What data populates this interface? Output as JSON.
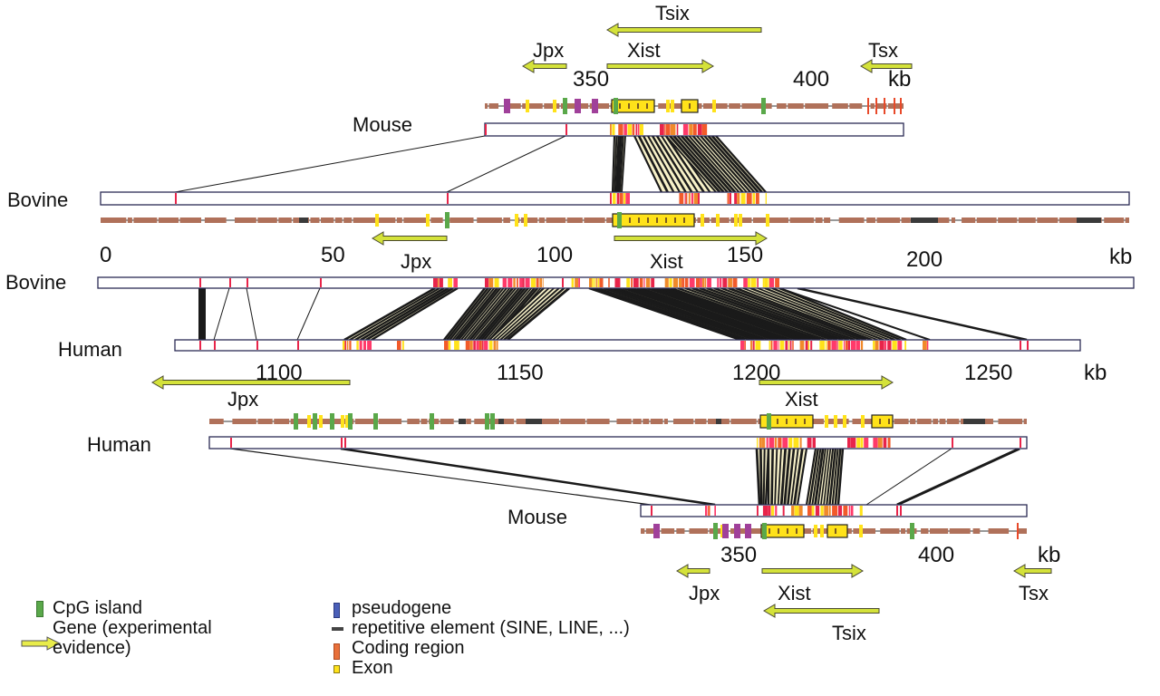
{
  "figure": {
    "title": "Comparative sequence alignment of the Xist region (Mouse / Bovine / Human)",
    "colors": {
      "alignment_link": "#1a1a1a",
      "alignment_fill": "#f7f1c8",
      "track_outline": "#2b2b55",
      "coding_region": "#e8623a",
      "exon": "#ffe21a",
      "cpg_island": "#5aa84a",
      "pseudogene": "#4a5fb8",
      "repetitive_element": "#3a3a3a",
      "annotation_bar": "#b0715a",
      "magenta_feature": "#a0409a",
      "gene_arrow": "#d4e23a",
      "conservation_red": "#e8244a",
      "conservation_orange": "#f08a2a",
      "conservation_yellow": "#ffe21a"
    }
  },
  "panels": [
    {
      "id": "mouse-top",
      "species": "Mouse",
      "axis_ticks": [
        {
          "label": "350",
          "kb": 350
        },
        {
          "label": "400",
          "kb": 400
        }
      ],
      "axis_unit": "kb",
      "genes": [
        {
          "name": "Tsix",
          "direction": "left"
        },
        {
          "name": "Jpx",
          "direction": "left"
        },
        {
          "name": "Xist",
          "direction": "right"
        },
        {
          "name": "Tsx",
          "direction": "left"
        }
      ]
    },
    {
      "id": "bovine-top",
      "species": "Bovine",
      "axis_ticks": [
        {
          "label": "0",
          "kb": 0
        },
        {
          "label": "50",
          "kb": 50
        },
        {
          "label": "100",
          "kb": 100
        },
        {
          "label": "150",
          "kb": 150
        },
        {
          "label": "200",
          "kb": 200
        }
      ],
      "axis_unit": "kb",
      "genes": [
        {
          "name": "Jpx",
          "direction": "left"
        },
        {
          "name": "Xist",
          "direction": "right"
        }
      ]
    },
    {
      "id": "bovine-mid",
      "species": "Bovine"
    },
    {
      "id": "human-mid",
      "species": "Human",
      "axis_ticks": [
        {
          "label": "1100",
          "kb": 1100
        },
        {
          "label": "1150",
          "kb": 1150
        },
        {
          "label": "1200",
          "kb": 1200
        },
        {
          "label": "1250",
          "kb": 1250
        }
      ],
      "axis_unit": "kb",
      "genes": [
        {
          "name": "Jpx",
          "direction": "left"
        },
        {
          "name": "Xist",
          "direction": "right"
        }
      ]
    },
    {
      "id": "human-low",
      "species": "Human"
    },
    {
      "id": "mouse-low",
      "species": "Mouse",
      "axis_ticks": [
        {
          "label": "350",
          "kb": 350
        },
        {
          "label": "400",
          "kb": 400
        }
      ],
      "axis_unit": "kb",
      "genes": [
        {
          "name": "Jpx",
          "direction": "left"
        },
        {
          "name": "Xist",
          "direction": "right"
        },
        {
          "name": "Tsx",
          "direction": "left"
        },
        {
          "name": "Tsix",
          "direction": "left"
        }
      ]
    }
  ],
  "labels": {
    "mouse_top": "Mouse",
    "bovine_top": "Bovine",
    "bovine_mid": "Bovine",
    "human_mid": "Human",
    "human_low": "Human",
    "mouse_low": "Mouse",
    "kb": "kb",
    "tsix": "Tsix",
    "jpx": "Jpx",
    "xist": "Xist",
    "tsx": "Tsx",
    "t350": "350",
    "t400": "400",
    "t0": "0",
    "t50": "50",
    "t100": "100",
    "t150": "150",
    "t200": "200",
    "t1100": "1100",
    "t1150": "1150",
    "t1200": "1200",
    "t1250": "1250"
  },
  "legend": {
    "items": [
      {
        "key": "cpg",
        "label": "CpG island",
        "icon": "green-bar-icon"
      },
      {
        "key": "gene",
        "label": "Gene (experimental",
        "label2": "evidence)",
        "icon": "yellow-arrow-icon"
      },
      {
        "key": "pseudogene",
        "label": "pseudogene",
        "icon": "blue-bar-icon"
      },
      {
        "key": "repeat",
        "label": "repetitive element (SINE, LINE, ...)",
        "icon": "gray-dash-icon"
      },
      {
        "key": "coding",
        "label": "Coding region",
        "icon": "orange-bar-icon"
      },
      {
        "key": "exon",
        "label": "Exon",
        "icon": "yellow-square-icon"
      }
    ]
  }
}
